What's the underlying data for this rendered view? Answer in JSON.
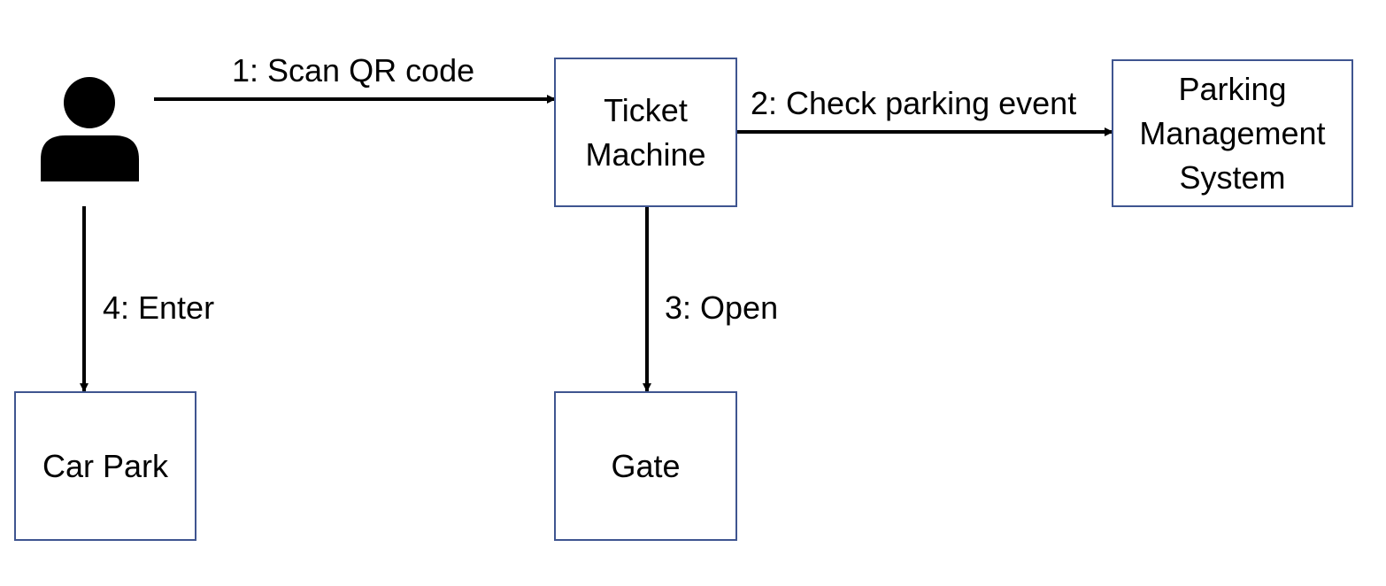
{
  "nodes": {
    "actor": {
      "icon": "person-icon"
    },
    "ticket_machine": {
      "label": "Ticket\nMachine"
    },
    "parking_management_system": {
      "label": "Parking\nManagement\nSystem"
    },
    "car_park": {
      "label": "Car Park"
    },
    "gate": {
      "label": "Gate"
    }
  },
  "edges": [
    {
      "label": "1: Scan QR code",
      "from": "actor",
      "to": "ticket_machine"
    },
    {
      "label": "2: Check parking event",
      "from": "ticket_machine",
      "to": "parking_management_system"
    },
    {
      "label": "3: Open",
      "from": "ticket_machine",
      "to": "gate"
    },
    {
      "label": "4: Enter",
      "from": "actor",
      "to": "car_park"
    }
  ],
  "colors": {
    "box_border": "#3f5590",
    "arrow": "#000000",
    "icon": "#000000"
  }
}
